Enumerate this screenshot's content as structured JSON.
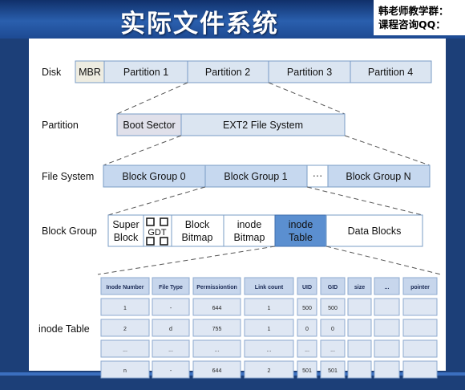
{
  "header": {
    "title": "实际文件系统",
    "note_line1": "韩老师教学群：",
    "note_line2": "课程咨询QQ："
  },
  "diagram": {
    "disk": {
      "label": "Disk",
      "mbr": "MBR",
      "partitions": [
        "Partition 1",
        "Partition 2",
        "Partition 3",
        "Partition 4"
      ]
    },
    "partition": {
      "label": "Partition",
      "boot_sector": "Boot Sector",
      "fs": "EXT2 File System"
    },
    "file_system": {
      "label": "File System",
      "groups": [
        "Block Group 0",
        "Block Group 1",
        "···",
        "Block Group N"
      ]
    },
    "block_group": {
      "label": "Block Group",
      "super_block": [
        "Super",
        "Block"
      ],
      "gdt": "GDT",
      "block_bitmap": [
        "Block",
        "Bitmap"
      ],
      "inode_bitmap": [
        "inode",
        "Bitmap"
      ],
      "inode_table": [
        "inode",
        "Table"
      ],
      "data_blocks": "Data Blocks"
    },
    "inode_table": {
      "label": "inode Table",
      "headers": [
        "Inode Number",
        "File Type",
        "Permissiontion",
        "Link count",
        "UID",
        "GID",
        "size",
        "...",
        "pointer"
      ],
      "rows": [
        [
          "1",
          "-",
          "644",
          "1",
          "500",
          "500",
          "",
          "",
          ""
        ],
        [
          "2",
          "d",
          "755",
          "1",
          "0",
          "0",
          "",
          "",
          ""
        ],
        [
          "...",
          "...",
          "...",
          "...",
          "...",
          "...",
          "",
          "",
          ""
        ],
        [
          "n",
          "-",
          "644",
          "2",
          "501",
          "501",
          "",
          "",
          ""
        ]
      ]
    }
  },
  "colors": {
    "box_fill": "#dbe5f1",
    "box_stroke": "#7a9cc6",
    "highlight": "#5b8fd0",
    "mbr_fill": "#eeece1",
    "boot_fill": "#e0e0ea"
  }
}
